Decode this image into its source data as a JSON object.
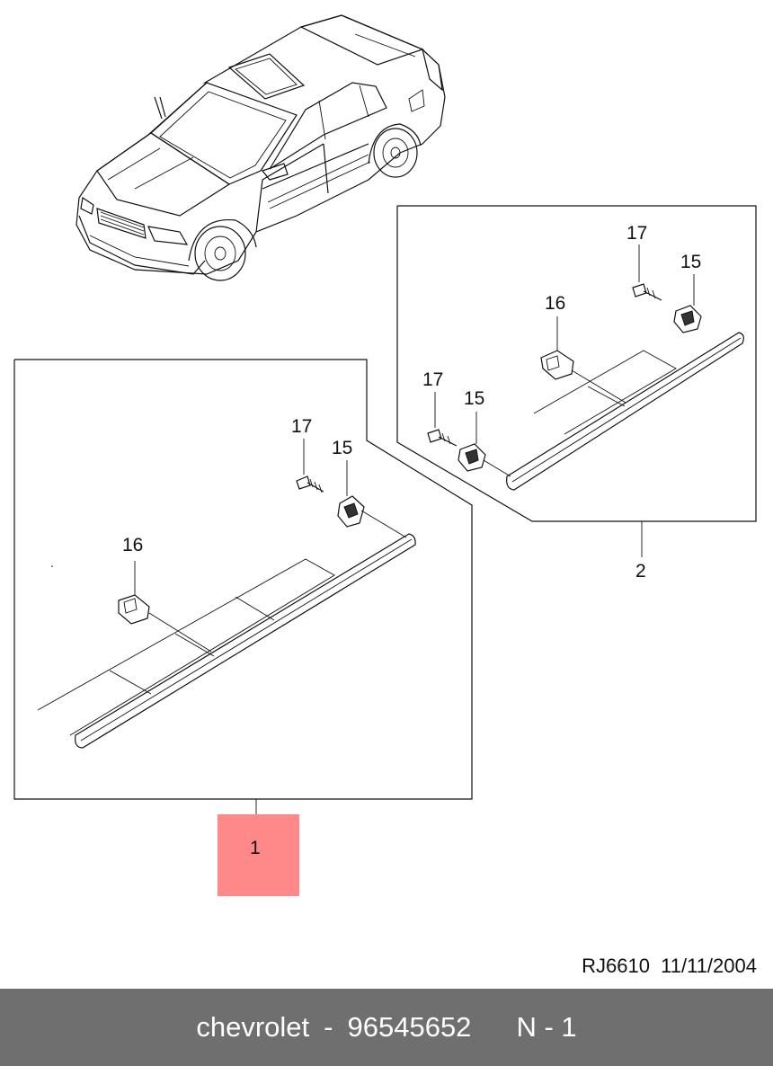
{
  "diagram": {
    "callouts": {
      "main_panel": {
        "screw": "17",
        "clip": "15",
        "fastener": "16"
      },
      "upper_panel": {
        "screw_a": "17",
        "clip_a": "15",
        "fastener": "16",
        "screw_b": "17",
        "clip_b": "15"
      },
      "main_item": "1",
      "upper_item": "2"
    },
    "highlight_color": "#ff8888"
  },
  "footer": {
    "reference": "RJ6610  11/11/2004",
    "brand": "chevrolet",
    "separator": "-",
    "part_number": "96545652",
    "position": "N - 1"
  }
}
